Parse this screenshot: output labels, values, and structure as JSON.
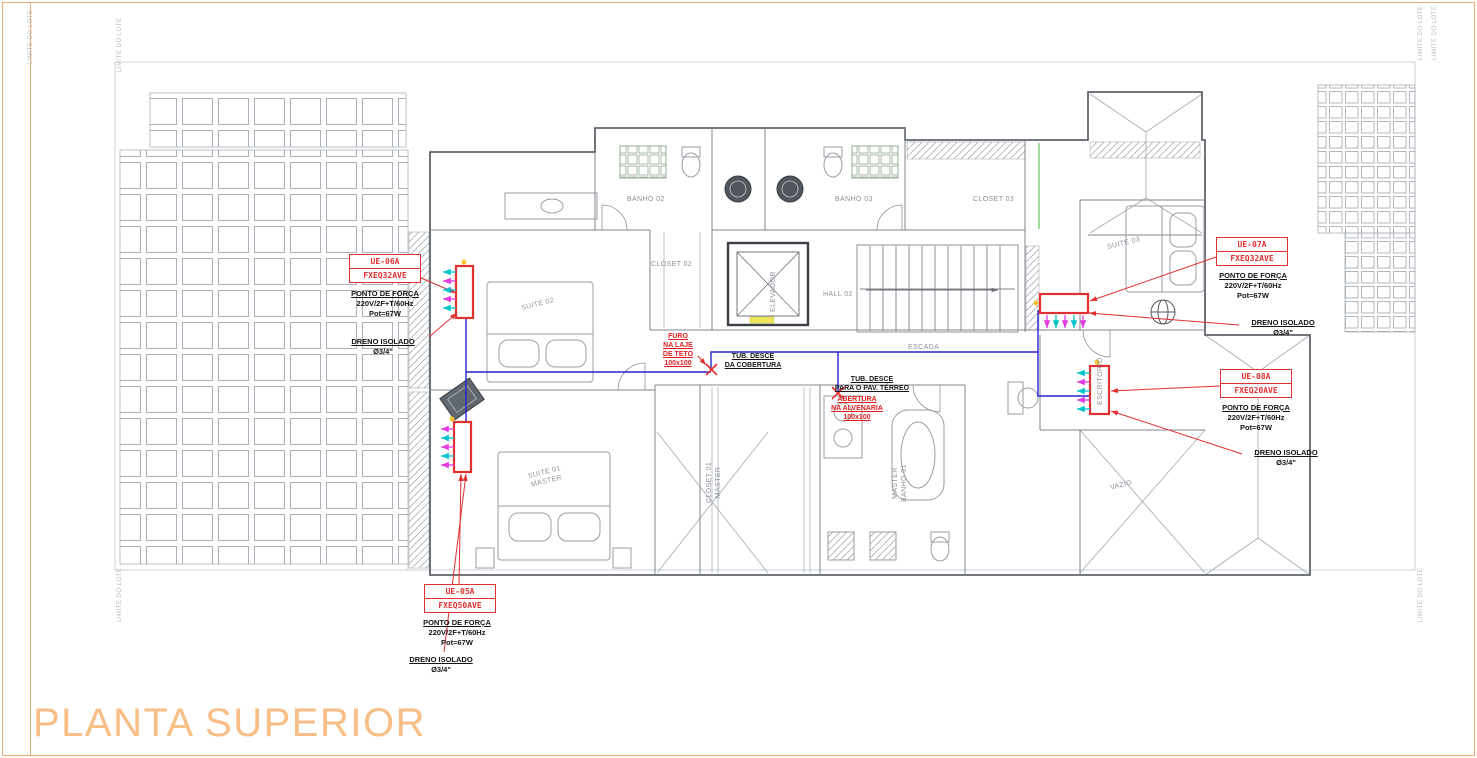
{
  "title": "PLANTA SUPERIOR",
  "boundary_label": "LIMITE DO LOTE",
  "units": {
    "ue05": {
      "id": "UE-05A",
      "model": "FXEQ50AVE"
    },
    "ue06": {
      "id": "UE-06A",
      "model": "FXEQ32AVE"
    },
    "ue07": {
      "id": "UE-07A",
      "model": "FXEQ32AVE"
    },
    "ue08": {
      "id": "UE-08A",
      "model": "FXEQ20AVE"
    }
  },
  "power_note": {
    "line1": "PONTO DE FORÇA",
    "line2": "220V/2F+T/60Hz",
    "line3": "Pot=67W"
  },
  "drain_note": {
    "line1": "DRENO ISOLADO",
    "line2": "Ø3/4\""
  },
  "annotations": {
    "furo": {
      "l1": "FURO",
      "l2": "NA LAJE",
      "l3": "DE TETO",
      "l4": "100x100"
    },
    "tub_cobertura": {
      "l1": "TUB. DESCE",
      "l2": "DA COBERTURA"
    },
    "tub_terreo": {
      "l1": "TUB. DESCE",
      "l2": "PARA O PAV. TÉRREO"
    },
    "abertura": {
      "l1": "ABERTURA",
      "l2": "NA ALVENARIA",
      "l3": "100x100"
    }
  },
  "rooms": {
    "suite02": "SUITE 02",
    "suite03": "SUITE 03",
    "suite01_l1": "SUITE 01",
    "suite01_l2": "MASTER",
    "banho02": "BANHO 02",
    "banho03": "BANHO 03",
    "closet02": "CLOSET 02",
    "closet03": "CLOSET 03",
    "hall02": "HALL 02",
    "elevador": "ELEVADOR",
    "escada": "ESCADA",
    "banho01_l1": "MASTER",
    "banho01_l2": "BANHO 01",
    "closet01_l1": "CLOSET 01",
    "closet01_l2": "MASTER",
    "escritorio": "ESCRITÓRIO",
    "vazio": "VAZIO"
  },
  "colors": {
    "frame": "#f0ae74",
    "title": "#f7be86",
    "annotation_red": "#e02020",
    "pipe_blue": "#2424cf",
    "airflow_cyan": "#00c3cc",
    "airflow_magenta": "#e03ce0",
    "wall_gray": "#80868d"
  }
}
